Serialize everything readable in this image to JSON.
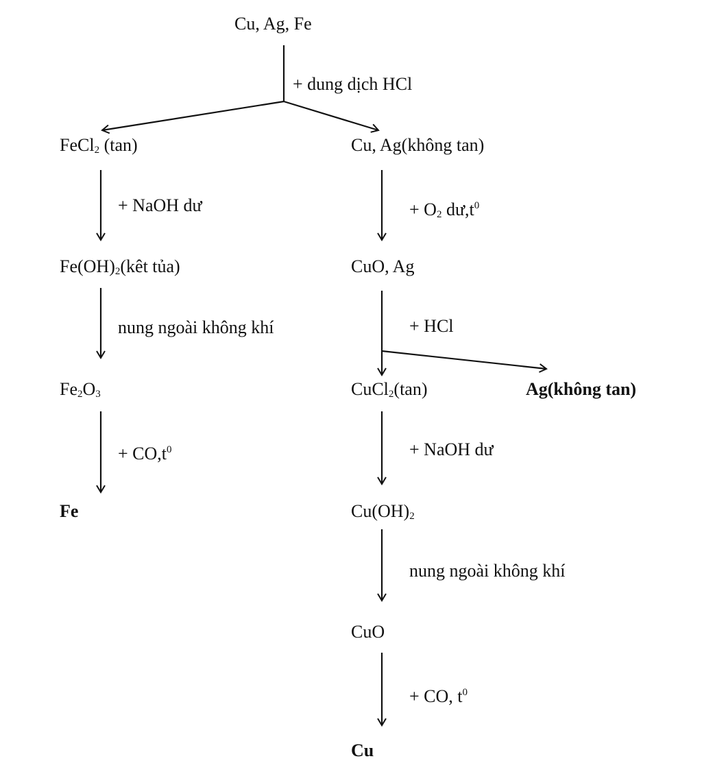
{
  "start": "Cu, Ag, Fe",
  "reagents": {
    "hcl": "+ dung dịch HCl",
    "naoh_left": "+ NaOH dư",
    "heat_left": "nung ngoài không khí",
    "co_left_pre": "+ CO,t",
    "co_left_sup": "0",
    "o2_pre": "+ O",
    "o2_sub": "2",
    "o2_post": " dư,t",
    "o2_sup": "0",
    "hcl2": "+ HCl",
    "naoh_right": "+ NaOH dư",
    "heat_right": "nung ngoài không khí",
    "co_right_pre": "+ CO, t",
    "co_right_sup": "0"
  },
  "left": {
    "fecl2_pre": "FeCl",
    "fecl2_sub": "2",
    "fecl2_post": " (tan)",
    "feoh2_pre": "Fe(OH)",
    "feoh2_sub": "2",
    "feoh2_post": "(kêt tủa)",
    "fe2o3_a": "Fe",
    "fe2o3_s1": "2",
    "fe2o3_b": "O",
    "fe2o3_s2": "3",
    "fe": "Fe"
  },
  "right": {
    "cuag": "Cu, Ag(không tan)",
    "cuoag": "CuO, Ag",
    "cucl2_pre": "CuCl",
    "cucl2_sub": "2",
    "cucl2_post": "(tan)",
    "ag": "Ag(không tan)",
    "cuoh2_pre": "Cu(OH)",
    "cuoh2_sub": "2",
    "cuo": "CuO",
    "cu": "Cu"
  },
  "colors": {
    "ink": "#111111",
    "background": "#ffffff"
  }
}
